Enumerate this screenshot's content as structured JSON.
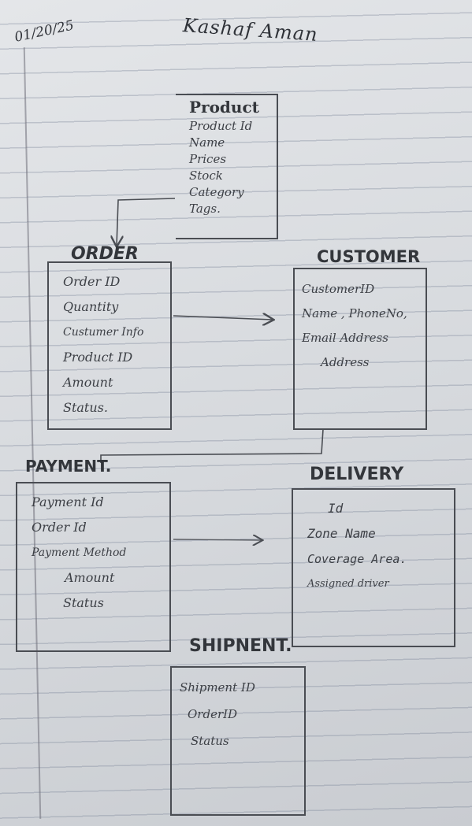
{
  "header": {
    "date": "01/20/25",
    "author": "Kashaf Aman"
  },
  "entities": {
    "product": {
      "title": "Product",
      "attributes": [
        "Product Id",
        "Name",
        "Prices",
        "Stock",
        "Category",
        "Tags."
      ]
    },
    "order": {
      "title": "ORDER",
      "attributes": [
        "Order ID",
        "Quantity",
        "Custumer Info",
        "Product ID",
        "Amount",
        "Status."
      ]
    },
    "customer": {
      "title": "CUSTOMER",
      "attributes": [
        "CustomerID",
        "Name , PhoneNo,",
        "Email Address",
        "Address"
      ]
    },
    "payment": {
      "title": "PAYMENT.",
      "attributes": [
        "Payment Id",
        "Order Id",
        "Payment Method",
        "Amount",
        "Status"
      ]
    },
    "delivery": {
      "title": "DELIVERY",
      "attributes": [
        "Id",
        "Zone Name",
        "Coverage Area.",
        "Assigned driver"
      ]
    },
    "shipment": {
      "title": "SHIPNENT.",
      "attributes": [
        "Shipment ID",
        "OrderID",
        "Status"
      ]
    }
  }
}
